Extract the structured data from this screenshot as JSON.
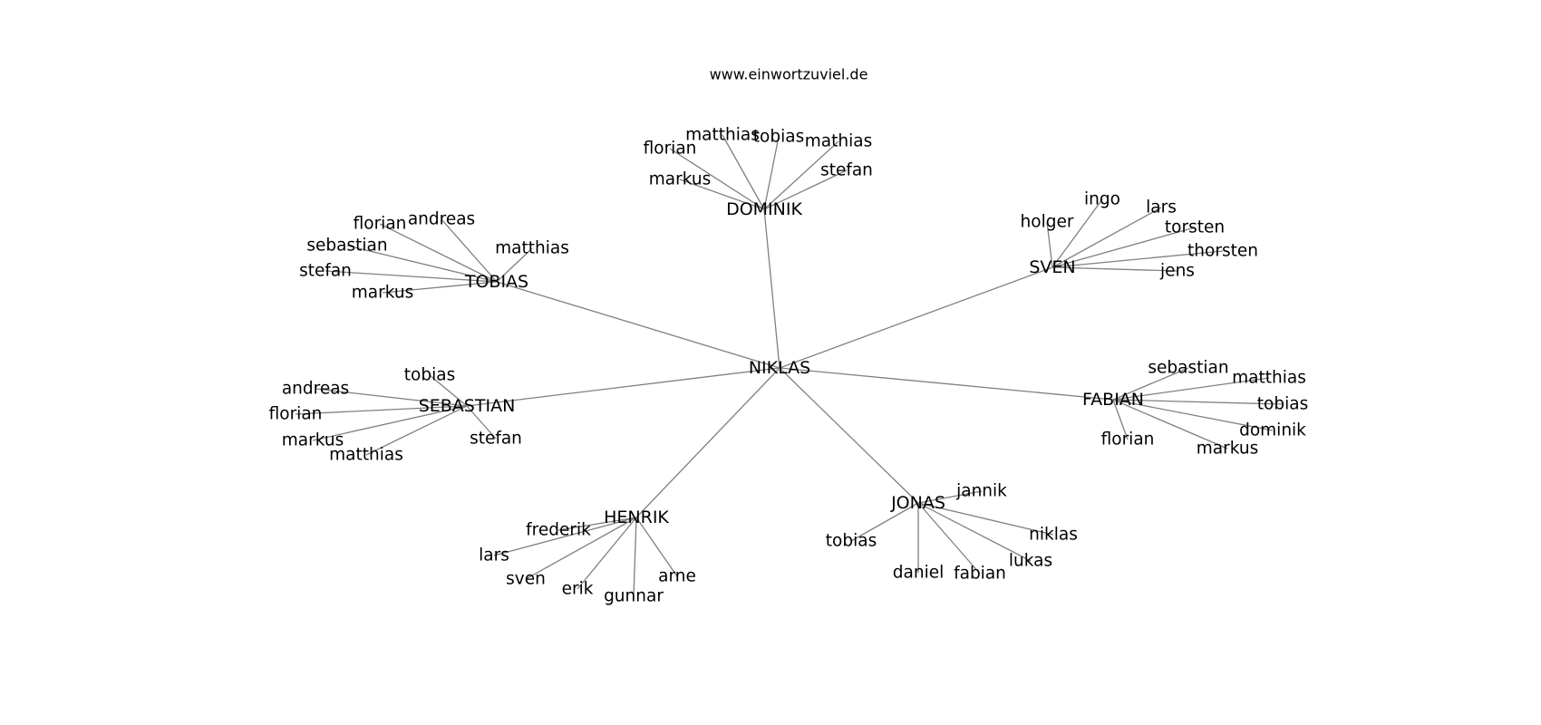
{
  "header": {
    "site": "www.einwortzuviel.de"
  },
  "graph": {
    "center": "NIKLAS",
    "clusters": [
      {
        "name": "DOMINIK",
        "leaves": [
          "florian",
          "matthias",
          "tobias",
          "mathias",
          "stefan",
          "markus"
        ]
      },
      {
        "name": "SVEN",
        "leaves": [
          "holger",
          "ingo",
          "lars",
          "torsten",
          "thorsten",
          "jens"
        ]
      },
      {
        "name": "TOBIAS",
        "leaves": [
          "florian",
          "andreas",
          "sebastian",
          "stefan",
          "markus",
          "matthias"
        ]
      },
      {
        "name": "SEBASTIAN",
        "leaves": [
          "andreas",
          "tobias",
          "florian",
          "markus",
          "matthias",
          "stefan"
        ]
      },
      {
        "name": "FABIAN",
        "leaves": [
          "sebastian",
          "matthias",
          "tobias",
          "dominik",
          "florian",
          "markus"
        ]
      },
      {
        "name": "HENRIK",
        "leaves": [
          "frederik",
          "lars",
          "sven",
          "erik",
          "gunnar",
          "arne"
        ]
      },
      {
        "name": "JONAS",
        "leaves": [
          "jannik",
          "niklas",
          "lukas",
          "fabian",
          "daniel",
          "tobias"
        ]
      }
    ]
  }
}
